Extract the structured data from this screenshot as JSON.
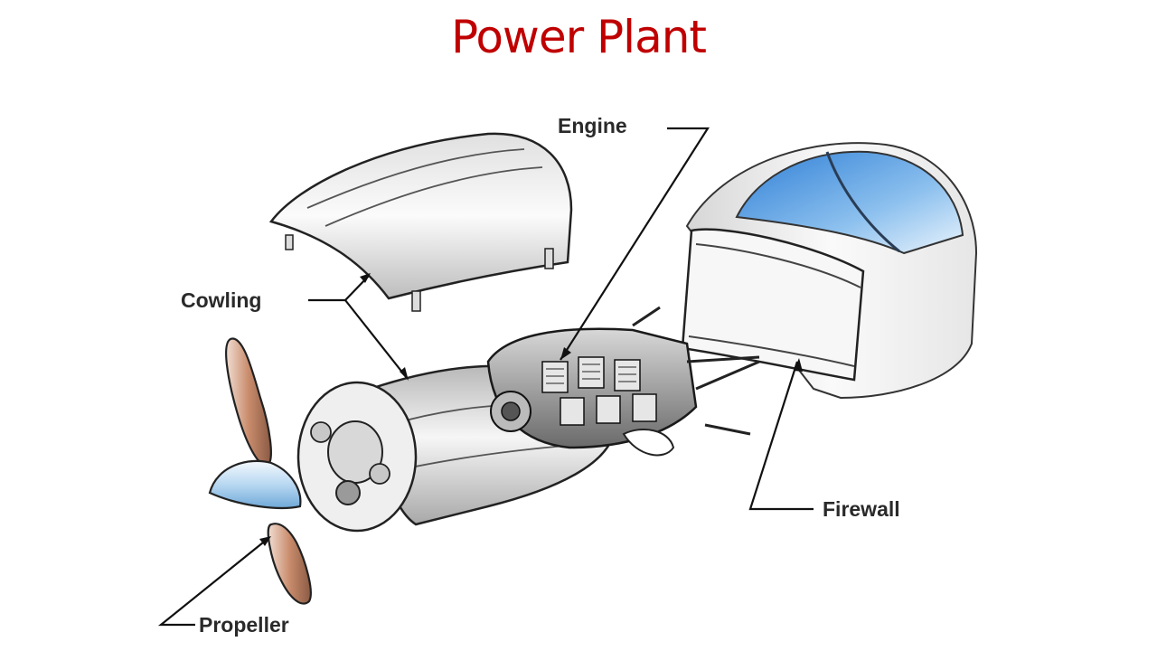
{
  "title": "Power Plant",
  "labels": {
    "engine": "Engine",
    "cowling": "Cowling",
    "firewall": "Firewall",
    "propeller": "Propeller"
  },
  "colors": {
    "title": "#c00000",
    "metal_light": "#f4f4f4",
    "metal_mid": "#c9c9c9",
    "metal_dark": "#8a8a8a",
    "glass_blue": "#5a9fe0",
    "propeller_wood": "#c98c6c"
  }
}
